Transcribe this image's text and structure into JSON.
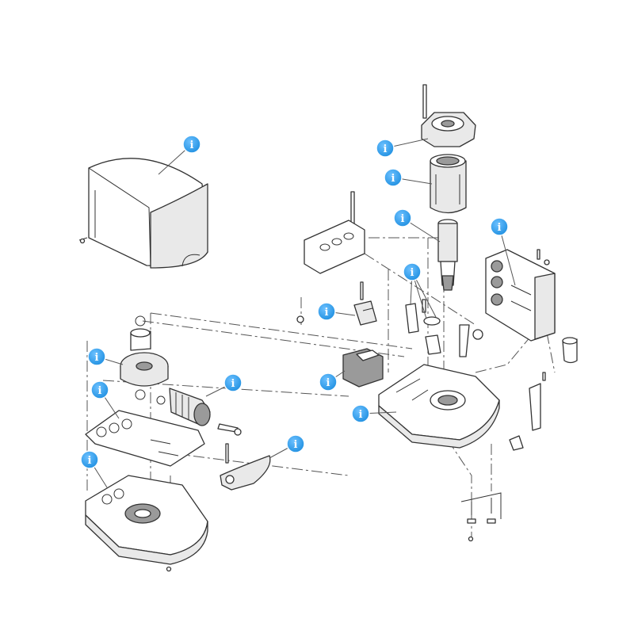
{
  "info_marker": {
    "glyph": "i",
    "color": "#1e8fe0",
    "icon": "info-icon"
  },
  "parts": [
    {
      "id": "cover"
    },
    {
      "id": "motor-flange"
    },
    {
      "id": "motor"
    },
    {
      "id": "motor-shaft"
    },
    {
      "id": "limit-switch-assembly"
    },
    {
      "id": "control-board"
    },
    {
      "id": "terminal-block"
    },
    {
      "id": "transformer"
    },
    {
      "id": "upper-housing"
    },
    {
      "id": "output-gear"
    },
    {
      "id": "worm-gear"
    },
    {
      "id": "gasket"
    },
    {
      "id": "release-lever"
    },
    {
      "id": "base-housing"
    }
  ]
}
